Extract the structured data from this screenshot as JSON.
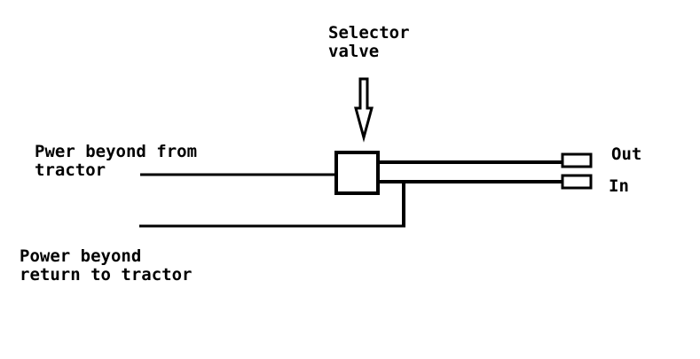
{
  "labels": {
    "selector_valve": [
      "Selector",
      "valve"
    ],
    "power_from": [
      "Pwer beyond from",
      "tractor"
    ],
    "power_return": [
      "Power beyond",
      "return to tractor"
    ],
    "out": "Out",
    "in": "In"
  },
  "colors": {
    "line": "#000000",
    "background": "#ffffff"
  }
}
